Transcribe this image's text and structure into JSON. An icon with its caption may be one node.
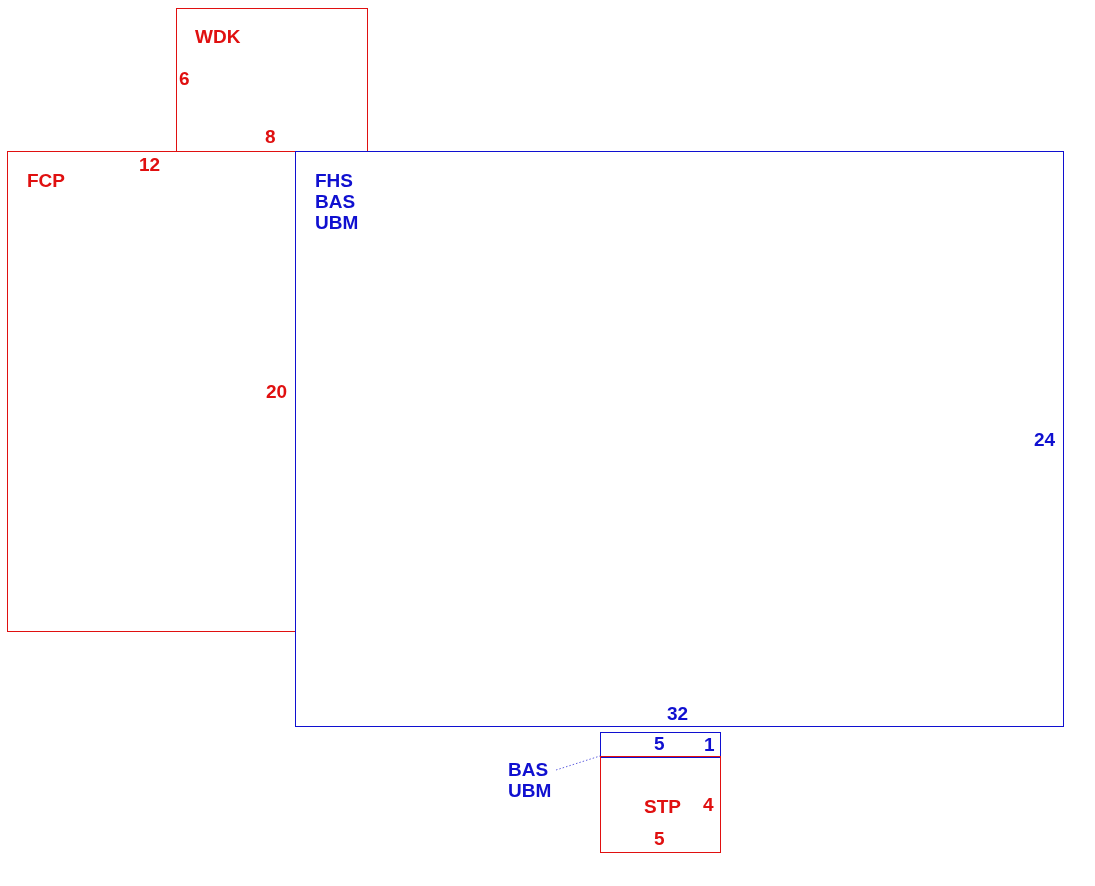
{
  "diagram": {
    "nodes": [
      {
        "text": [
          "WDK",
          "6",
          "8"
        ]
      },
      {
        "text": [
          "FCP",
          "12",
          "20"
        ]
      },
      {
        "text": [
          "FHS BAS UBM",
          "24",
          "32"
        ]
      },
      {
        "text": [
          "5",
          "1"
        ]
      },
      {
        "text": [
          "STP",
          "4",
          "5"
        ]
      },
      {
        "text": [
          "BAS UBM"
        ]
      }
    ],
    "edges": [
      {
        "from": 5,
        "to": 3,
        "arrow": "none",
        "style": "dashed"
      }
    ]
  }
}
